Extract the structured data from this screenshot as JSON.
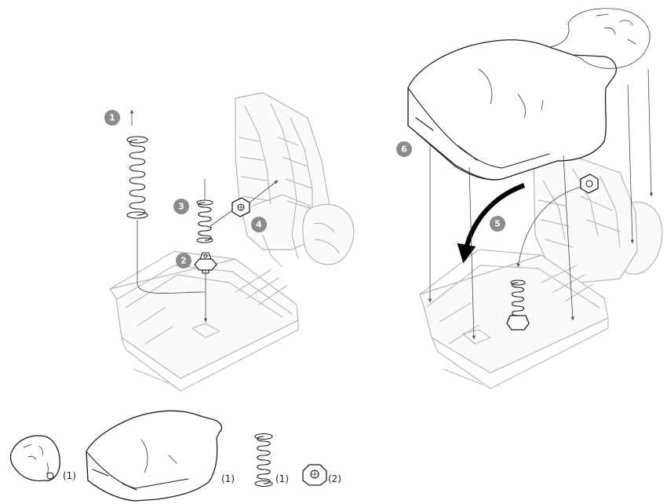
{
  "figure": {
    "steps": [
      "1",
      "2",
      "3",
      "4",
      "5",
      "6"
    ],
    "parts": [
      {
        "qty": "(1)"
      },
      {
        "qty": "(1)"
      },
      {
        "qty": "(1)"
      },
      {
        "qty": "(2)"
      }
    ],
    "colors": {
      "badge": "#8c8c8c",
      "ink": "#1e1e1e",
      "ghost": "#b9b9b9",
      "arrow": "#000000"
    }
  }
}
